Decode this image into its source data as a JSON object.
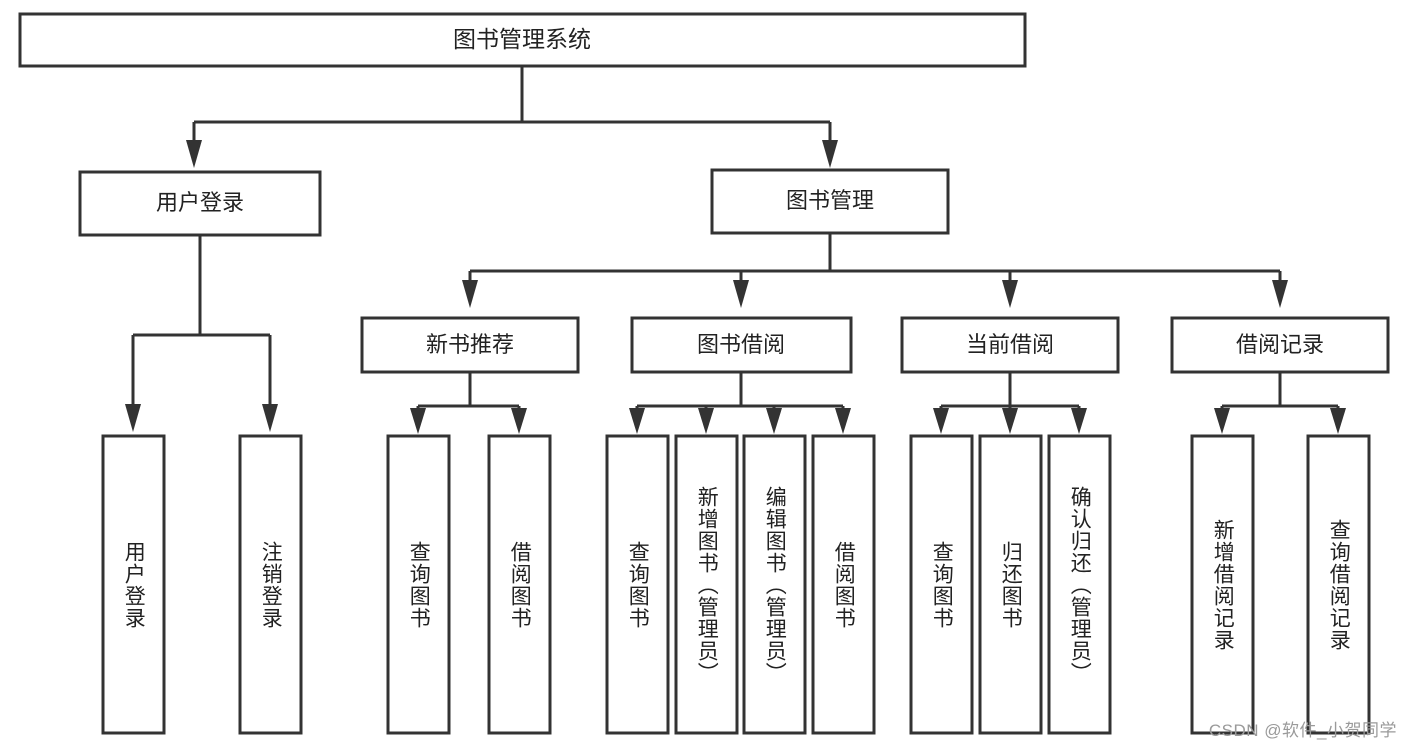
{
  "diagram": {
    "type": "tree",
    "title": "图书管理系统",
    "root": {
      "label": "图书管理系统",
      "orientation": "horizontal"
    },
    "level1": [
      {
        "label": "用户登录"
      },
      {
        "label": "图书管理"
      }
    ],
    "level2": [
      {
        "label": "新书推荐",
        "parent": "图书管理"
      },
      {
        "label": "图书借阅",
        "parent": "图书管理"
      },
      {
        "label": "当前借阅",
        "parent": "图书管理"
      },
      {
        "label": "借阅记录",
        "parent": "图书管理"
      }
    ],
    "leaves_user_login": [
      {
        "label": "用户登录"
      },
      {
        "label": "注销登录"
      }
    ],
    "leaves_new_book": [
      {
        "label": "查询图书"
      },
      {
        "label": "借阅图书"
      }
    ],
    "leaves_borrow": [
      {
        "label": "查询图书"
      },
      {
        "label": "新增图书（管理员）"
      },
      {
        "label": "编辑图书（管理员）"
      },
      {
        "label": "借阅图书"
      }
    ],
    "leaves_current": [
      {
        "label": "查询图书"
      },
      {
        "label": "归还图书"
      },
      {
        "label": "确认归还（管理员）"
      }
    ],
    "leaves_record": [
      {
        "label": "新增借阅记录"
      },
      {
        "label": "查询借阅记录"
      }
    ]
  },
  "watermark": {
    "text": "CSDN @软件_小贺同学"
  },
  "colors": {
    "stroke": "#333333",
    "box_fill": "#ffffff",
    "text": "#222222",
    "watermark": "#9a9a9a",
    "background": "#ffffff"
  }
}
